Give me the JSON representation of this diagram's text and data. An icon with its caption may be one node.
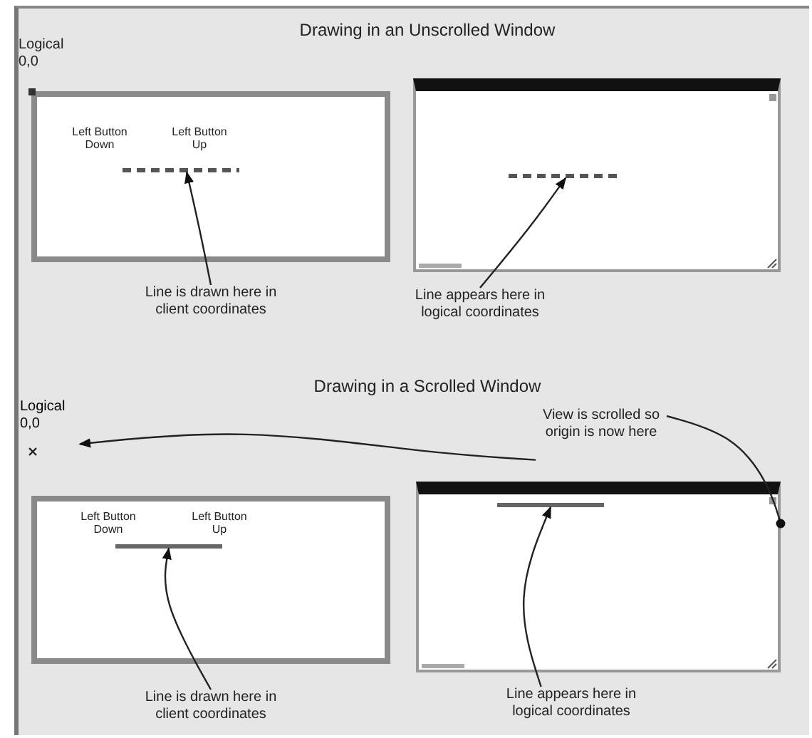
{
  "diagram": {
    "nodes": [
      {
        "text": [],
        "shape": "box"
      },
      {
        "text": [],
        "shape": "bar",
        "in": 0
      },
      {
        "text": [
          "Line is drawn here in client coordinates"
        ]
      },
      {
        "text": [],
        "shape": "box"
      },
      {
        "text": [],
        "shape": "bar",
        "in": 3
      },
      {
        "text": [
          "Line appears here in logical coordinates"
        ]
      },
      {
        "text": [
          "Logical 0,0"
        ]
      },
      {
        "text": [
          "View is scrolled so origin is now here"
        ]
      },
      {
        "text": [],
        "shape": "box"
      },
      {
        "text": [],
        "shape": "bar",
        "in": 8
      },
      {
        "text": [
          "Line is drawn here in client coordinates"
        ]
      },
      {
        "text": [],
        "shape": "box"
      },
      {
        "text": [],
        "shape": "bar",
        "in": 11
      },
      {
        "text": [
          "Line appears here in logical coordinates"
        ]
      }
    ],
    "edges": [
      {
        "from": 2,
        "to": 1,
        "arrow": "to"
      },
      {
        "from": 5,
        "to": 4,
        "arrow": "to"
      },
      {
        "from": 7,
        "to": 6,
        "arrow": "to"
      },
      {
        "from": 7,
        "to": 11,
        "arrow": "other"
      },
      {
        "from": 10,
        "to": 9,
        "arrow": "to"
      },
      {
        "from": 13,
        "to": 12,
        "arrow": "to"
      }
    ],
    "labels": [
      "Drawing in an Unscrolled Window",
      "Logical 0,0",
      "Left Button Down",
      "Left Button Up",
      "Drawing in a Scrolled Window",
      "Left Button Down",
      "Left Button Up"
    ]
  }
}
